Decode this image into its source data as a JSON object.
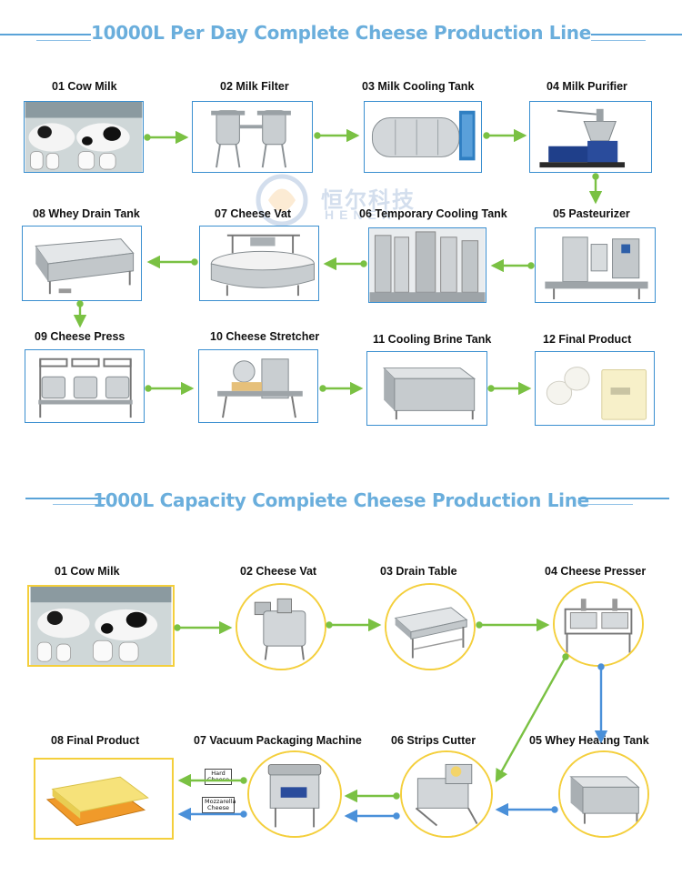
{
  "section1": {
    "title": "10000L Per Day Complete Cheese Production Line",
    "steps": [
      {
        "label": "01 Cow Milk"
      },
      {
        "label": "02 Milk Filter"
      },
      {
        "label": "03 Milk Cooling Tank"
      },
      {
        "label": "04 Milk Purifier"
      },
      {
        "label": "05 Pasteurizer"
      },
      {
        "label": "06 Temporary Cooling Tank"
      },
      {
        "label": "07 Cheese Vat"
      },
      {
        "label": "08 Whey Drain Tank"
      },
      {
        "label": "09 Cheese Press"
      },
      {
        "label": "10 Cheese Stretcher"
      },
      {
        "label": "11 Cooling Brine Tank"
      },
      {
        "label": "12 Final Product"
      }
    ]
  },
  "section2": {
    "title": "1000L Capacity Compiete Cheese Production Line",
    "steps": [
      {
        "label": "01 Cow Milk"
      },
      {
        "label": "02 Cheese Vat"
      },
      {
        "label": "03 Drain Table"
      },
      {
        "label": "04 Cheese Presser"
      },
      {
        "label": "05 Whey Heating Tank"
      },
      {
        "label": "06 Strips Cutter"
      },
      {
        "label": "07 Vacuum Packaging Machine"
      },
      {
        "label": "08 Final Product"
      }
    ],
    "tags": {
      "hard": "Hard Cheese",
      "mozzarella": "Mozzarella Cheese"
    }
  },
  "watermark": {
    "text": "恒尔科技",
    "sub": "HENER"
  },
  "colors": {
    "title_blue": "#6aaedc",
    "box_border_blue": "#3a8fd0",
    "frame_yellow": "#f4cf3c",
    "arrow_green": "#7ac143",
    "arrow_blue": "#4a90d9"
  }
}
